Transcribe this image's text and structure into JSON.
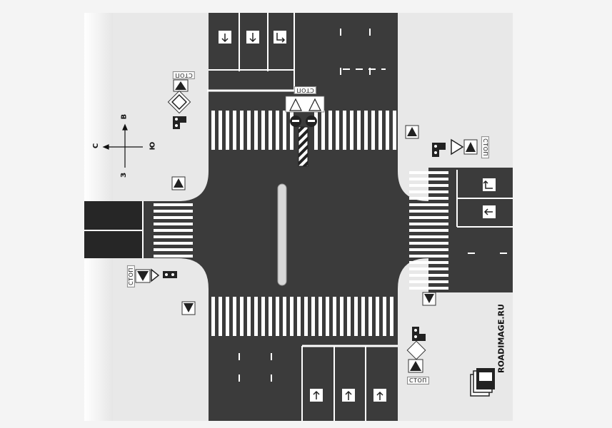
{
  "signs": {
    "stop_label": "СТОП"
  },
  "compass": {
    "north": "С",
    "east": "В",
    "south": "Ю",
    "west": "З"
  },
  "logo": {
    "text": "ROADIMAGE.RU"
  },
  "colors": {
    "asphalt": "#3a3a3a",
    "marking": "#ffffff",
    "background": "#f4f4f4"
  }
}
